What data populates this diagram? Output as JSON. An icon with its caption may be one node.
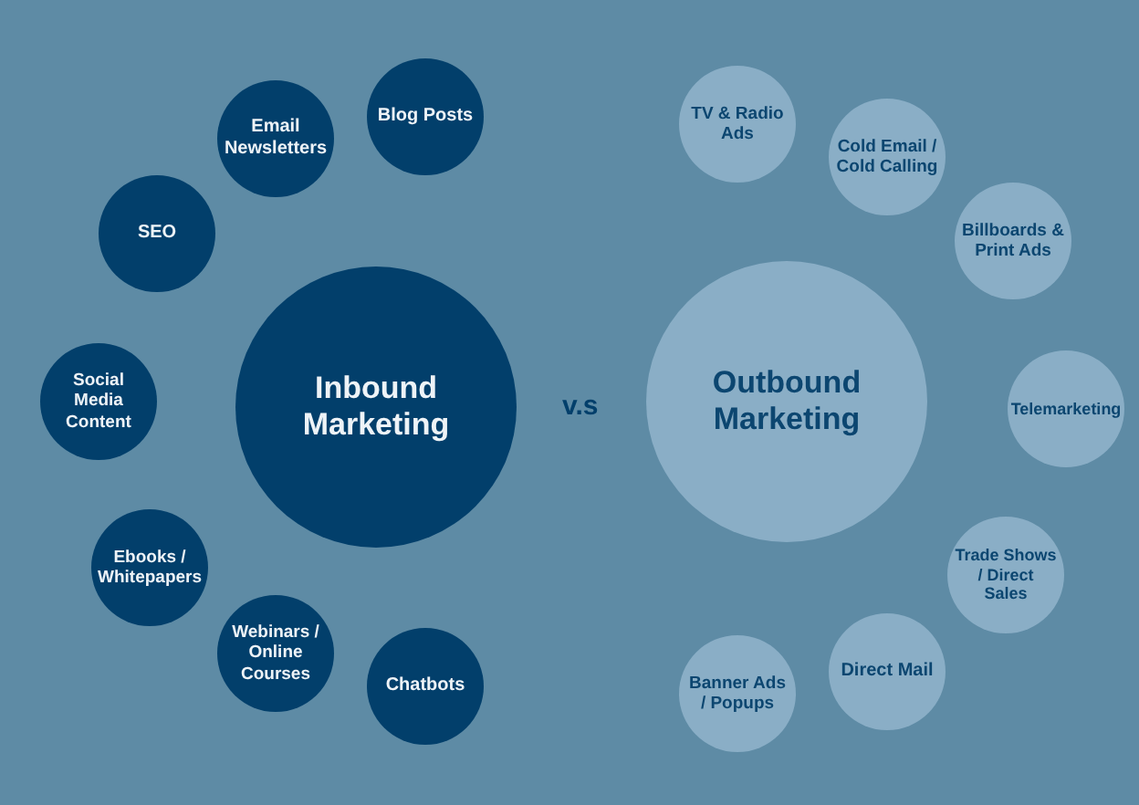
{
  "diagram": {
    "nodes": [
      {
        "text": [
          "Inbound Marketing"
        ]
      },
      {
        "text": [
          "Blog Posts"
        ]
      },
      {
        "text": [
          "Email Newsletters"
        ]
      },
      {
        "text": [
          "SEO"
        ]
      },
      {
        "text": [
          "Social Media Content"
        ]
      },
      {
        "text": [
          "Ebooks / Whitepapers"
        ]
      },
      {
        "text": [
          "Webinars / Online Courses"
        ]
      },
      {
        "text": [
          "Chatbots"
        ]
      },
      {
        "text": [
          "Outbound Marketing"
        ]
      },
      {
        "text": [
          "TV & Radio Ads"
        ]
      },
      {
        "text": [
          "Cold Email / Cold Calling"
        ]
      },
      {
        "text": [
          "Billboards & Print Ads"
        ]
      },
      {
        "text": [
          "Telemarketing"
        ]
      },
      {
        "text": [
          "Trade Shows / Direct Sales"
        ]
      },
      {
        "text": [
          "Direct Mail"
        ]
      },
      {
        "text": [
          "Banner Ads / Popups"
        ]
      }
    ],
    "labels": [
      "v.s"
    ]
  }
}
